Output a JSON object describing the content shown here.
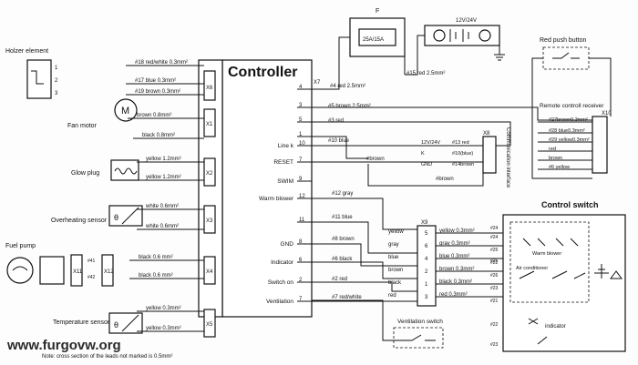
{
  "controller": {
    "title": "Controller",
    "pins": [
      {
        "num": "4",
        "label": ""
      },
      {
        "num": "3",
        "label": ""
      },
      {
        "num": "5",
        "label": ""
      },
      {
        "num": "1",
        "label": ""
      },
      {
        "num": "10",
        "label": "Line k"
      },
      {
        "num": "7",
        "label": "RESET"
      },
      {
        "num": "9",
        "label": "SWIM"
      },
      {
        "num": "12",
        "label": "Warm blower"
      },
      {
        "num": "11",
        "label": ""
      },
      {
        "num": "8",
        "label": "GND"
      },
      {
        "num": "6",
        "label": "Indicator"
      },
      {
        "num": "2",
        "label": "Switch on"
      },
      {
        "num": "7",
        "label": "Ventilation"
      }
    ]
  },
  "components": {
    "heater": "Holzer element",
    "fan": "Fan motor",
    "glow": "Glow plug",
    "overheat": "Overheating sensor",
    "pump": "Fuel pump",
    "temp": "Temperature sensor",
    "fuse": "F",
    "fuse_rating": "25A/15A",
    "battery": "12V/24V",
    "red_button": "Red push button",
    "remote": "Remote controll receiver",
    "comm": "Communication interface",
    "control_switch": "Control switch",
    "vent_switch": "Ventilation switch",
    "indicator": "indicator",
    "warm_blower": "Warm blower",
    "air_cond": "Air conditioner"
  },
  "connectors": {
    "x6": "X6",
    "x1": "X1",
    "x2": "X2",
    "x3": "X3",
    "x4": "X4",
    "x5": "X5",
    "x7": "X7",
    "x8": "X8",
    "x9": "X9",
    "x10": "X10",
    "x11": "X11",
    "x12": "X12"
  },
  "left_wires": [
    {
      "id": "#18",
      "text": "#18 red/white 0.3mm²"
    },
    {
      "id": "#17",
      "text": "#17 blue 0.3mm²"
    },
    {
      "id": "#19",
      "text": "#19 brown 0.3mm²"
    },
    {
      "id": "m1",
      "text": "brown 0.8mm²"
    },
    {
      "id": "m2",
      "text": "black 0.8mm²"
    },
    {
      "id": "g1",
      "text": "yellow 1.2mm²"
    },
    {
      "id": "g2",
      "text": "yellow 1.2mm²"
    },
    {
      "id": "o1",
      "text": "white 0.6mm²"
    },
    {
      "id": "o2",
      "text": "white 0.6mm²"
    },
    {
      "id": "p1",
      "text": "black 0.6 mm²"
    },
    {
      "id": "p2",
      "text": "black 0.6 mm²"
    },
    {
      "id": "t1",
      "text": "yellow 0.3mm²"
    },
    {
      "id": "t2",
      "text": "yellow 0.3mm²"
    }
  ],
  "right_wires": [
    {
      "text": "#4 red 2.5mm²"
    },
    {
      "text": "#5 brown 2.5mm²"
    },
    {
      "text": "#3 red"
    },
    {
      "text": "#10 blue"
    },
    {
      "text": "#brown"
    },
    {
      "text": "#12 gray"
    },
    {
      "text": "#11 blue"
    },
    {
      "text": "#8 brown"
    },
    {
      "text": "#6 black"
    },
    {
      "text": "#2 red"
    },
    {
      "text": "#7 red/white"
    },
    {
      "text": "#15 red 2.5mm²"
    },
    {
      "text": "#brown"
    }
  ],
  "comm_pins": [
    {
      "label": "12V/24V",
      "wire": "#13 red"
    },
    {
      "label": "K",
      "wire": "#10(blue)"
    },
    {
      "label": "GND",
      "wire": "#14brown"
    }
  ],
  "remote_wires": [
    {
      "text": "#27brown0.3mm²"
    },
    {
      "text": "#28 blue0.3mm²"
    },
    {
      "text": "#29 yellow0.3mm²"
    },
    {
      "text": "red"
    },
    {
      "text": "brown"
    },
    {
      "text": "#6 yellow"
    }
  ],
  "x9_left": [
    "yellow",
    "gray",
    "blue",
    "brown",
    "black",
    "red"
  ],
  "x9_nums": [
    "5",
    "6",
    "4",
    "2",
    "1",
    "3"
  ],
  "x9_right": [
    {
      "text": "yellow 0.3mm²",
      "tag": "#24"
    },
    {
      "text": "gray 0.3mm²",
      "tag": "#25"
    },
    {
      "text": "blue 0.3mm²",
      "tag": "#22"
    },
    {
      "text": "brown 0.3mm²",
      "tag": "#26"
    },
    {
      "text": "black 0.3mm²",
      "tag": "#23"
    },
    {
      "text": "red 0.3mm²",
      "tag": "#21"
    }
  ],
  "footer": {
    "note": "Note: cross section of the leads not marked is 0.5mm²",
    "watermark": "www.furgovw.org"
  }
}
